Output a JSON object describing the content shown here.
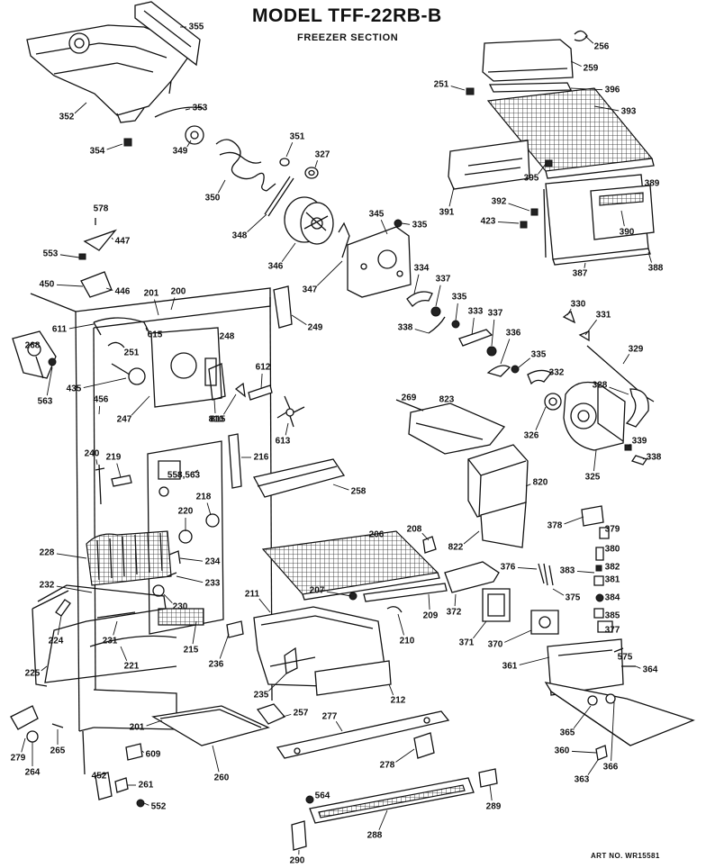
{
  "header": {
    "title": "MODEL TFF-22RB-B",
    "subtitle": "FREEZER SECTION"
  },
  "footer": {
    "art_no": "ART NO. WR15581"
  },
  "callouts": [
    {
      "text": "355"
    },
    {
      "text": "352"
    },
    {
      "text": "353"
    },
    {
      "text": "354"
    },
    {
      "text": "349"
    },
    {
      "text": "350"
    },
    {
      "text": "351"
    },
    {
      "text": "327"
    },
    {
      "text": "348"
    },
    {
      "text": "346"
    },
    {
      "text": "347"
    },
    {
      "text": "345"
    },
    {
      "text": "335"
    },
    {
      "text": "334"
    },
    {
      "text": "337"
    },
    {
      "text": "335"
    },
    {
      "text": "333"
    },
    {
      "text": "337"
    },
    {
      "text": "336"
    },
    {
      "text": "335"
    },
    {
      "text": "338"
    },
    {
      "text": "332"
    },
    {
      "text": "256"
    },
    {
      "text": "259"
    },
    {
      "text": "251"
    },
    {
      "text": "396"
    },
    {
      "text": "393"
    },
    {
      "text": "391"
    },
    {
      "text": "395"
    },
    {
      "text": "392"
    },
    {
      "text": "423"
    },
    {
      "text": "389"
    },
    {
      "text": "390"
    },
    {
      "text": "387"
    },
    {
      "text": "388"
    },
    {
      "text": "330"
    },
    {
      "text": "331"
    },
    {
      "text": "329"
    },
    {
      "text": "328"
    },
    {
      "text": "326"
    },
    {
      "text": "325"
    },
    {
      "text": "339"
    },
    {
      "text": "338"
    },
    {
      "text": "578"
    },
    {
      "text": "447"
    },
    {
      "text": "553"
    },
    {
      "text": "450"
    },
    {
      "text": "446"
    },
    {
      "text": "201"
    },
    {
      "text": "200"
    },
    {
      "text": "611"
    },
    {
      "text": "615"
    },
    {
      "text": "249"
    },
    {
      "text": "248"
    },
    {
      "text": "268"
    },
    {
      "text": "251"
    },
    {
      "text": "563"
    },
    {
      "text": "435"
    },
    {
      "text": "456"
    },
    {
      "text": "247"
    },
    {
      "text": "810"
    },
    {
      "text": "815"
    },
    {
      "text": "612"
    },
    {
      "text": "613"
    },
    {
      "text": "269"
    },
    {
      "text": "823"
    },
    {
      "text": "240"
    },
    {
      "text": "219"
    },
    {
      "text": "558,563"
    },
    {
      "text": "216"
    },
    {
      "text": "258"
    },
    {
      "text": "218"
    },
    {
      "text": "220"
    },
    {
      "text": "820"
    },
    {
      "text": "228"
    },
    {
      "text": "234"
    },
    {
      "text": "233"
    },
    {
      "text": "232"
    },
    {
      "text": "230"
    },
    {
      "text": "224"
    },
    {
      "text": "231"
    },
    {
      "text": "215"
    },
    {
      "text": "221"
    },
    {
      "text": "225"
    },
    {
      "text": "206"
    },
    {
      "text": "208"
    },
    {
      "text": "822"
    },
    {
      "text": "207"
    },
    {
      "text": "209"
    },
    {
      "text": "211"
    },
    {
      "text": "210"
    },
    {
      "text": "236"
    },
    {
      "text": "235"
    },
    {
      "text": "212"
    },
    {
      "text": "372"
    },
    {
      "text": "376"
    },
    {
      "text": "375"
    },
    {
      "text": "371"
    },
    {
      "text": "370"
    },
    {
      "text": "378"
    },
    {
      "text": "379"
    },
    {
      "text": "380"
    },
    {
      "text": "382"
    },
    {
      "text": "383"
    },
    {
      "text": "381"
    },
    {
      "text": "384"
    },
    {
      "text": "385"
    },
    {
      "text": "377"
    },
    {
      "text": "575"
    },
    {
      "text": "361"
    },
    {
      "text": "364"
    },
    {
      "text": "365"
    },
    {
      "text": "360"
    },
    {
      "text": "366"
    },
    {
      "text": "363"
    },
    {
      "text": "201"
    },
    {
      "text": "257"
    },
    {
      "text": "277"
    },
    {
      "text": "279"
    },
    {
      "text": "265"
    },
    {
      "text": "264"
    },
    {
      "text": "609"
    },
    {
      "text": "260"
    },
    {
      "text": "278"
    },
    {
      "text": "452"
    },
    {
      "text": "261"
    },
    {
      "text": "552"
    },
    {
      "text": "564"
    },
    {
      "text": "289"
    },
    {
      "text": "288"
    },
    {
      "text": "290"
    }
  ]
}
